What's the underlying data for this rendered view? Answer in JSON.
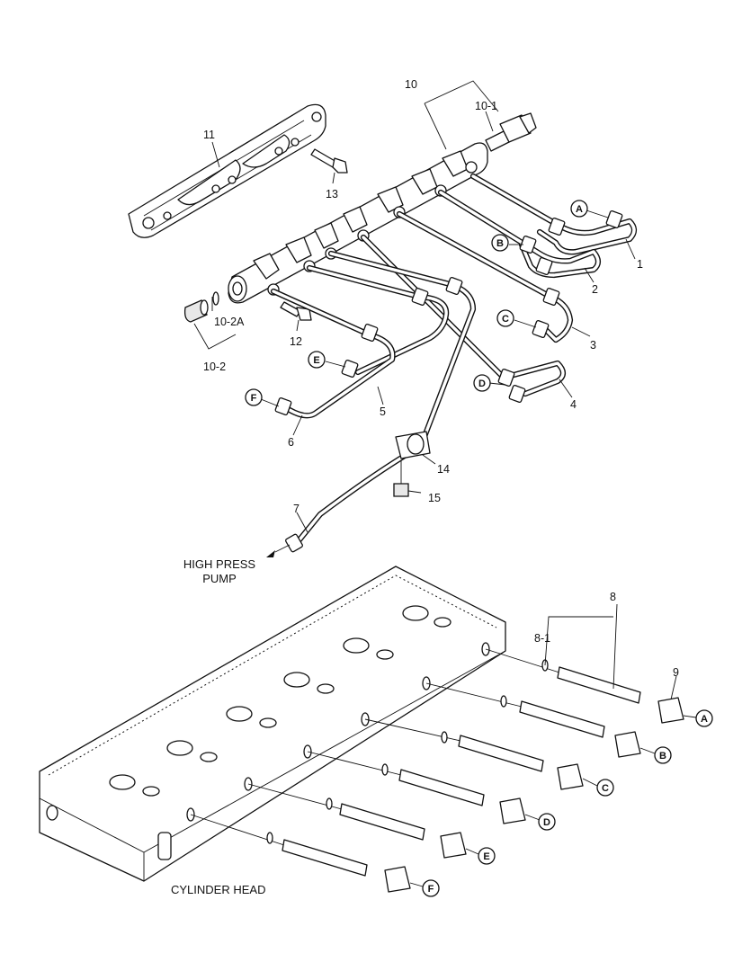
{
  "part_numbers": {
    "n1": "1",
    "n2": "2",
    "n3": "3",
    "n4": "4",
    "n5": "5",
    "n6": "6",
    "n7": "7",
    "n8": "8",
    "n8_1": "8-1",
    "n9": "9",
    "n10": "10",
    "n10_1": "10-1",
    "n10_2": "10-2",
    "n10_2a": "10-2A",
    "n11": "11",
    "n12": "12",
    "n13": "13",
    "n14": "14",
    "n15": "15"
  },
  "callouts": {
    "tube_a": "A",
    "tube_b": "B",
    "tube_c": "C",
    "tube_d": "D",
    "tube_e": "E",
    "tube_f": "F",
    "inj_a": "A",
    "inj_b": "B",
    "inj_c": "C",
    "inj_d": "D",
    "inj_e": "E",
    "inj_f": "F"
  },
  "notes": {
    "pump_line1": "HIGH PRESS",
    "pump_line2": "PUMP",
    "cylinder_head": "CYLINDER HEAD"
  }
}
